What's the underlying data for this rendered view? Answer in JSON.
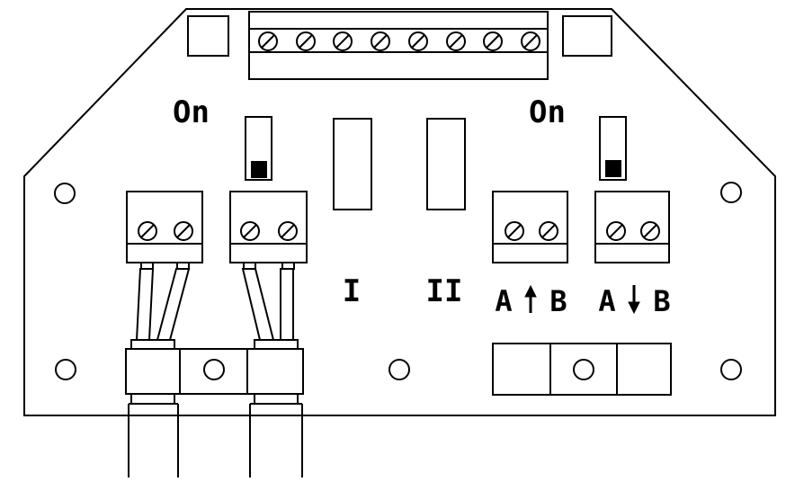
{
  "labels": {
    "on_left": "On",
    "on_right": "On",
    "port_1": "I",
    "port_2": "II",
    "io_in_a": "A",
    "io_in_b": "B",
    "io_out_a": "A",
    "io_out_b": "B"
  },
  "colors": {
    "line": "#000000",
    "background": "#ffffff",
    "switch_knob": "#000000"
  },
  "icons": {
    "arrow_up": "arrow-up-icon",
    "arrow_down": "arrow-down-icon",
    "screw": "screw-icon",
    "mounting_hole": "mounting-hole-icon"
  },
  "switches": {
    "left": {
      "state": "off-position-knob-bottom"
    },
    "right": {
      "state": "off-position-knob-bottom"
    }
  }
}
